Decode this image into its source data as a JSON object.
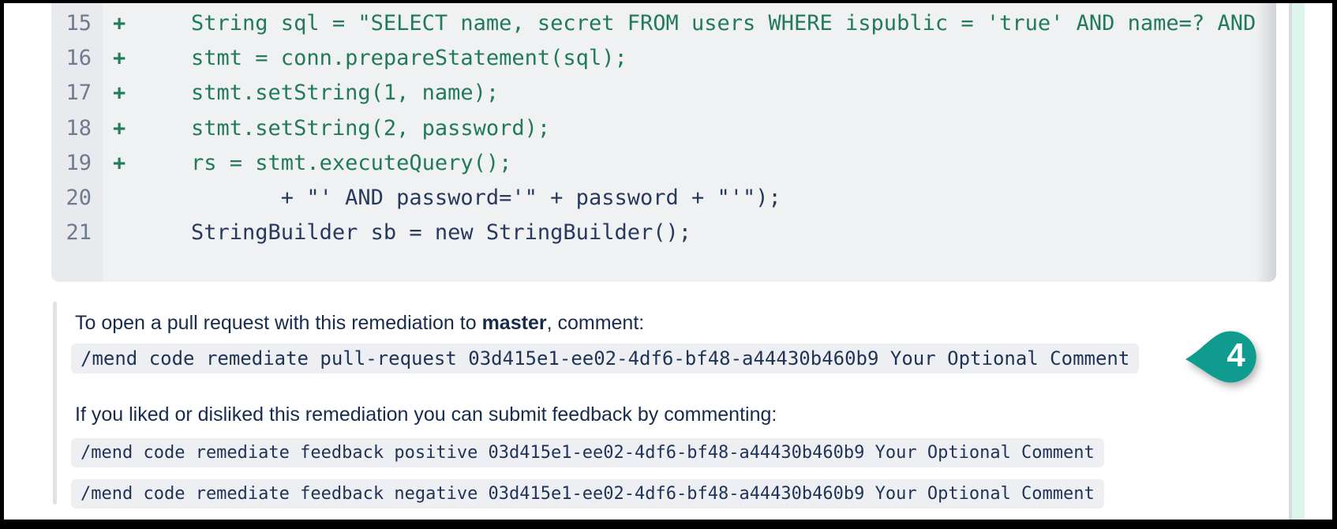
{
  "diff": {
    "lines": [
      {
        "num": "15",
        "marker": "+",
        "type": "added",
        "code": "    String sql = \"SELECT name, secret FROM users WHERE ispublic = 'true' AND name=? AND"
      },
      {
        "num": "16",
        "marker": "+",
        "type": "added",
        "code": "    stmt = conn.prepareStatement(sql);"
      },
      {
        "num": "17",
        "marker": "+",
        "type": "added",
        "code": "    stmt.setString(1, name);"
      },
      {
        "num": "18",
        "marker": "+",
        "type": "added",
        "code": "    stmt.setString(2, password);"
      },
      {
        "num": "19",
        "marker": "+",
        "type": "added",
        "code": "    rs = stmt.executeQuery();"
      },
      {
        "num": "20",
        "marker": "",
        "type": "context",
        "code": "           + \"' AND password='\" + password + \"'\");"
      },
      {
        "num": "21",
        "marker": "",
        "type": "context",
        "code": "    StringBuilder sb = new StringBuilder();"
      }
    ],
    "colors": {
      "added_text": "#217a58",
      "context_text": "#273a5e",
      "gutter_bg": "#e8eaed",
      "block_bg": "#f0f1f2",
      "line_number": "#6e7b8e"
    }
  },
  "comment": {
    "para1_prefix": "To open a pull request with this remediation to ",
    "para1_branch": "master",
    "para1_suffix": ", comment:",
    "pr_command": "/mend code remediate pull-request 03d415e1-ee02-4df6-bf48-a44430b460b9 Your Optional Comment",
    "para2": "If you liked or disliked this remediation you can submit feedback by commenting:",
    "feedback_positive": "/mend code remediate feedback positive 03d415e1-ee02-4df6-bf48-a44430b460b9 Your Optional Comment",
    "feedback_negative": "/mend code remediate feedback negative 03d415e1-ee02-4df6-bf48-a44430b460b9 Your Optional Comment",
    "text_color": "#172b4d",
    "code_bg": "#edeff2"
  },
  "annotation": {
    "step_number": "4",
    "color": "#109b8f"
  }
}
